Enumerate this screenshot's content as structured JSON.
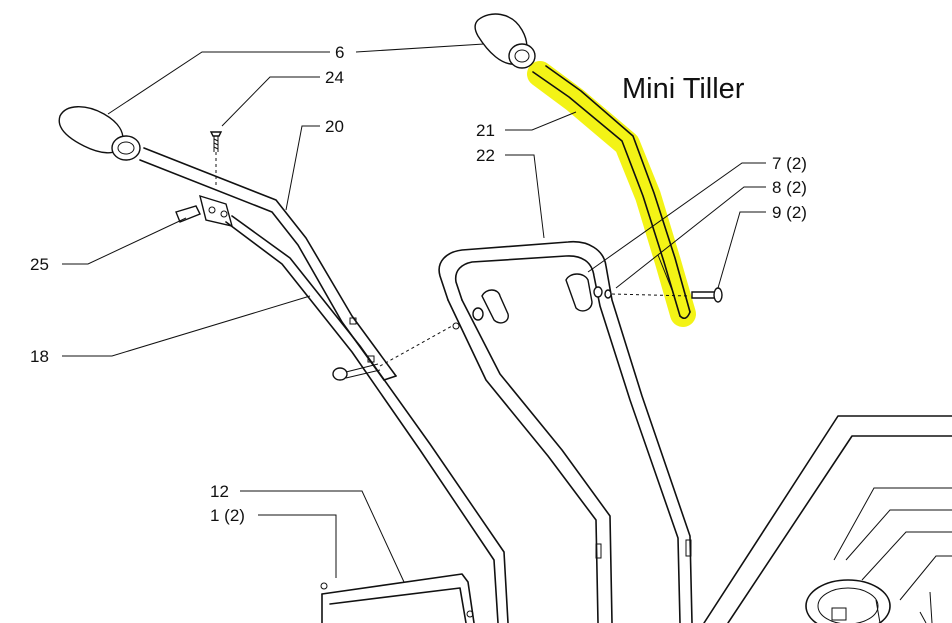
{
  "diagram": {
    "title": "Mini Tiller",
    "highlight_color": "#f2f20a",
    "labels": {
      "p6": "6",
      "p24": "24",
      "p20": "20",
      "p21": "21",
      "p22": "22",
      "p7": "7 (2)",
      "p8": "8 (2)",
      "p9": "9 (2)",
      "p25": "25",
      "p18": "18",
      "p12": "12",
      "p1": "1 (2)"
    }
  }
}
